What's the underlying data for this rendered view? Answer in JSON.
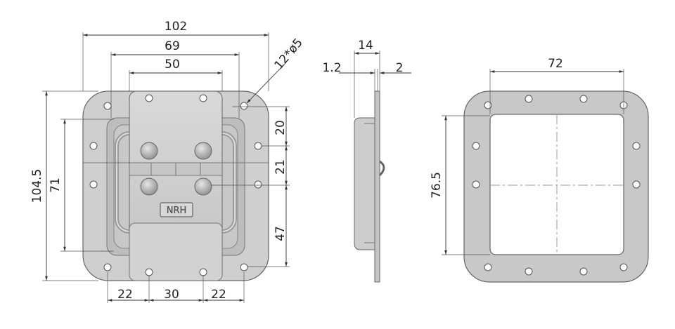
{
  "labels": {
    "overall_width": "102",
    "mid_width": "69",
    "inner_width": "50",
    "hole_spec": "12*ø5",
    "overall_height": "104.5",
    "inner_height": "71",
    "bottom_left": "22",
    "bottom_mid": "30",
    "bottom_right": "22",
    "right_top": "20",
    "right_mid": "21",
    "right_bot": "47",
    "side_depth": "14",
    "side_thick": "1.2",
    "side_lip": "2",
    "cutout_width": "72",
    "cutout_height": "76.5",
    "logo": "NRH"
  },
  "colors": {
    "steel": "#cfcfcf",
    "steel_dark": "#a9a9a9",
    "steel_light": "#e2e2e2",
    "line": "#333333"
  }
}
